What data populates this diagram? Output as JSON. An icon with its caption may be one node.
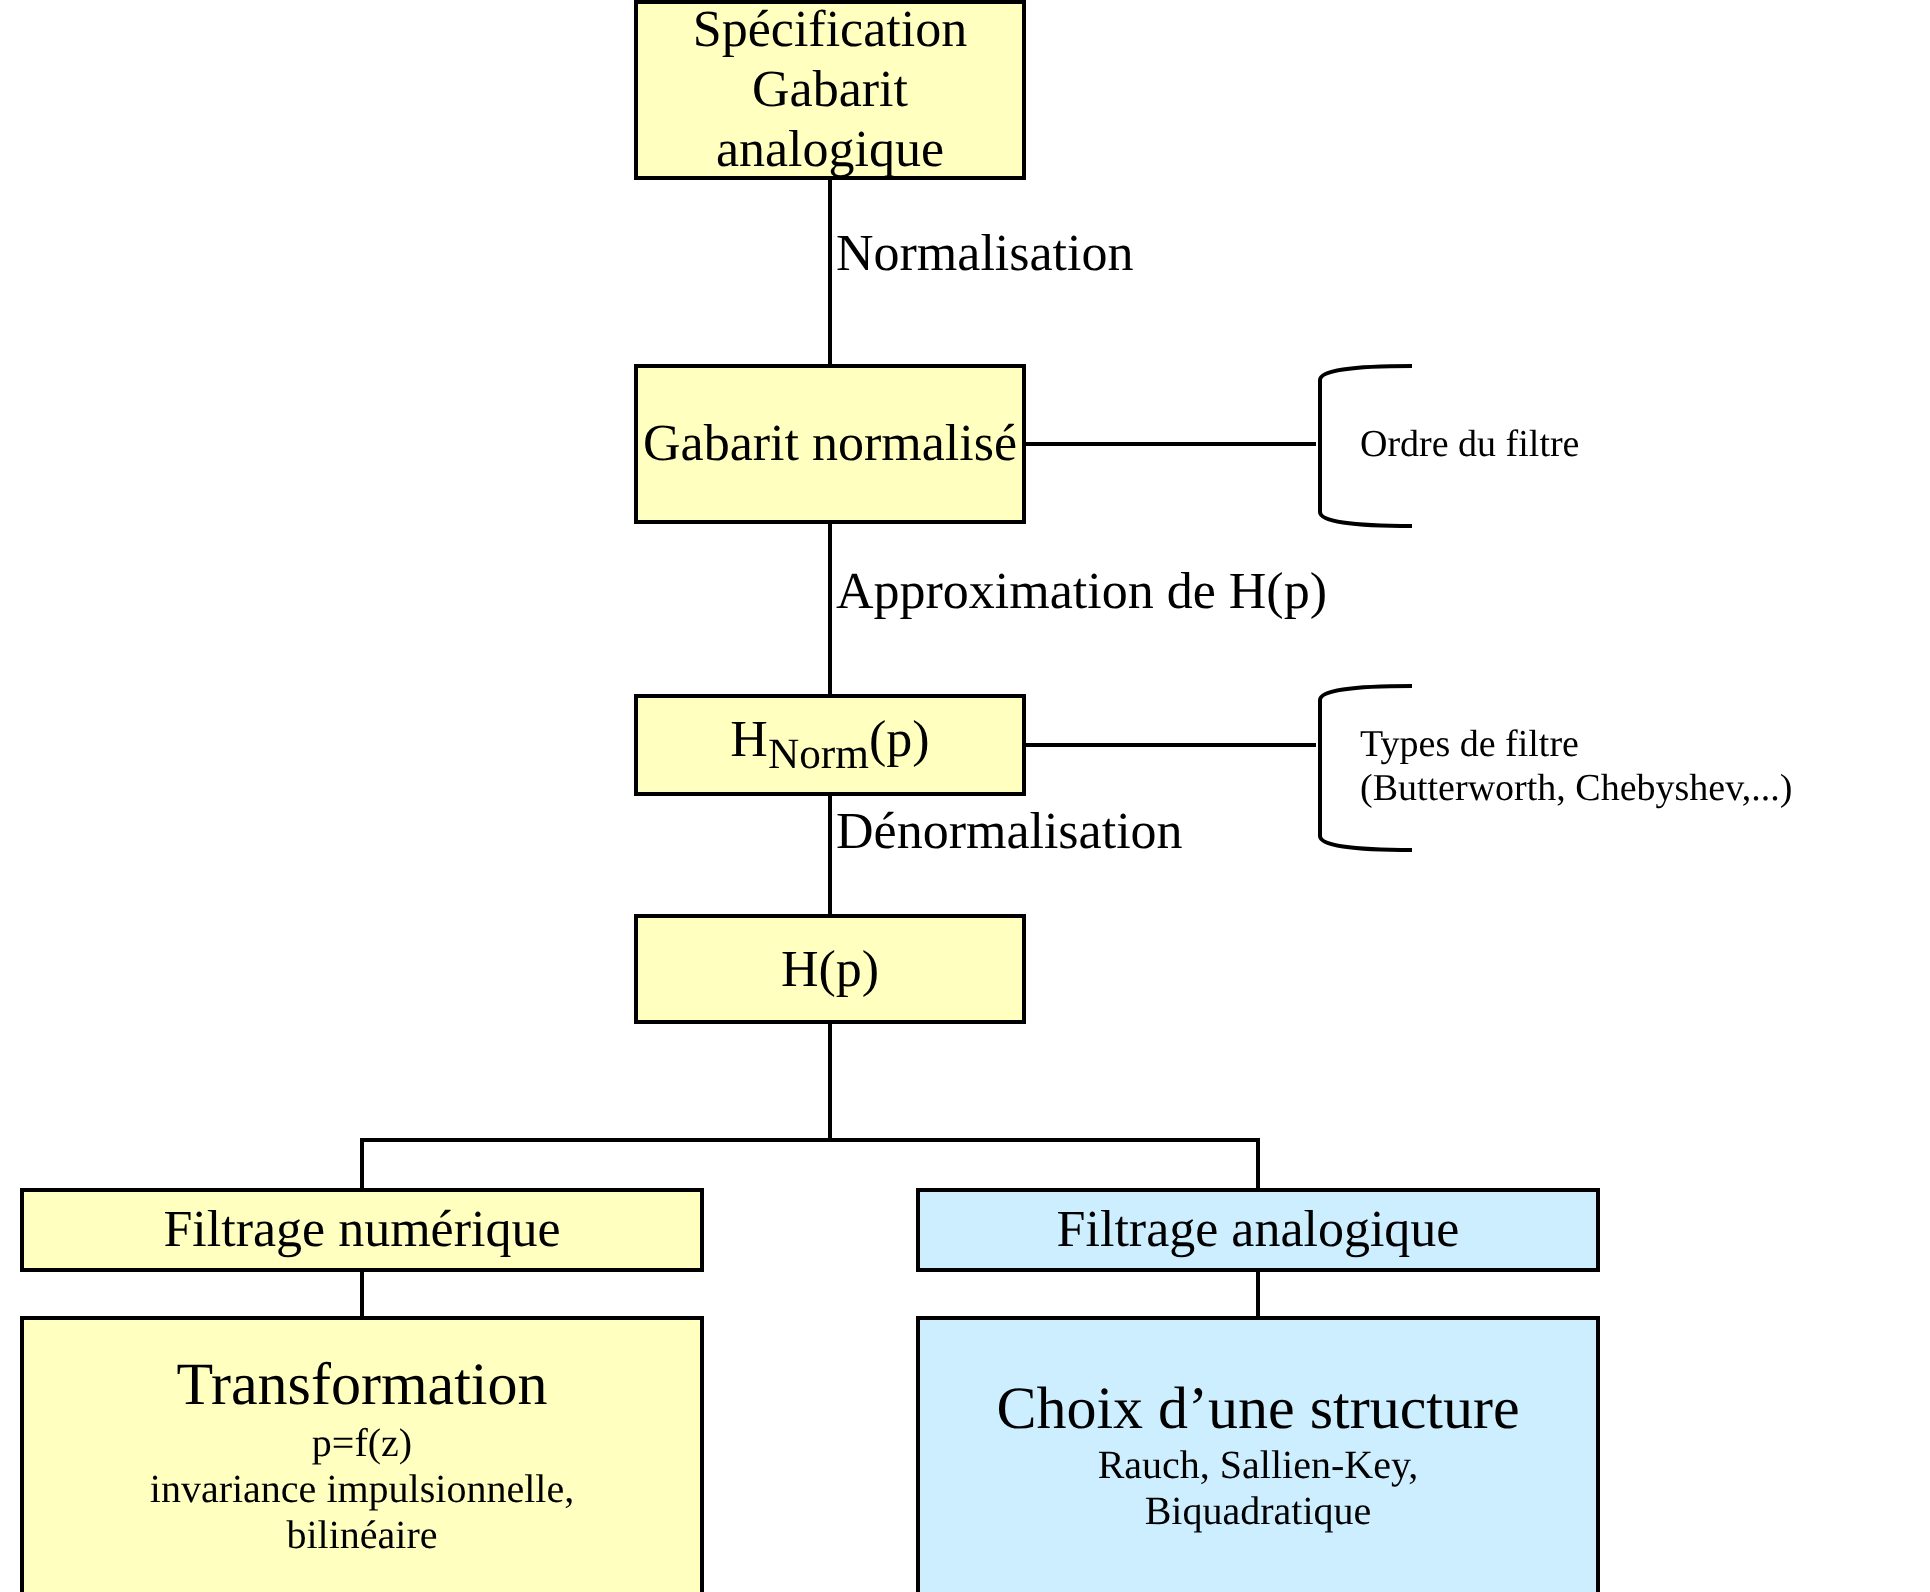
{
  "diagram": {
    "nodes": [
      {
        "text": [
          "Spécification Gabarit analogique"
        ]
      },
      {
        "text": [
          "Gabarit normalisé"
        ]
      },
      {
        "text": [
          "Ordre du filtre"
        ]
      },
      {
        "text": [
          "H$_{Norm}$(p)"
        ]
      },
      {
        "text": [
          "Types de filtre",
          "(Butterworth, Chebyshev,...)"
        ]
      },
      {
        "text": [
          "H(p)"
        ]
      },
      {
        "text": [
          "Filtrage numérique"
        ]
      },
      {
        "text": [
          "Transformation",
          "p=f(z)",
          "invariance impulsionnelle, bilinéaire"
        ]
      },
      {
        "text": [
          "Filtrage analogique"
        ]
      },
      {
        "text": [
          "Choix d’une structure",
          "Rauch, Sallien-Key, Biquadratique"
        ]
      }
    ],
    "edges": [
      {
        "from": 0,
        "to": 1,
        "arrow": "none",
        "label": "Normalisation"
      },
      {
        "from": 1,
        "to": 3,
        "arrow": "none",
        "label": "Approximation de H(p)"
      },
      {
        "from": 3,
        "to": 5,
        "arrow": "none",
        "label": "Dénormalisation"
      },
      {
        "from": 1,
        "to": 2,
        "arrow": "none"
      },
      {
        "from": 3,
        "to": 4,
        "arrow": "none"
      },
      {
        "from": 5,
        "to": 6,
        "arrow": "none"
      },
      {
        "from": 5,
        "to": 8,
        "arrow": "none"
      },
      {
        "from": 6,
        "to": 7,
        "arrow": "none"
      },
      {
        "from": 8,
        "to": 9,
        "arrow": "none"
      }
    ]
  }
}
